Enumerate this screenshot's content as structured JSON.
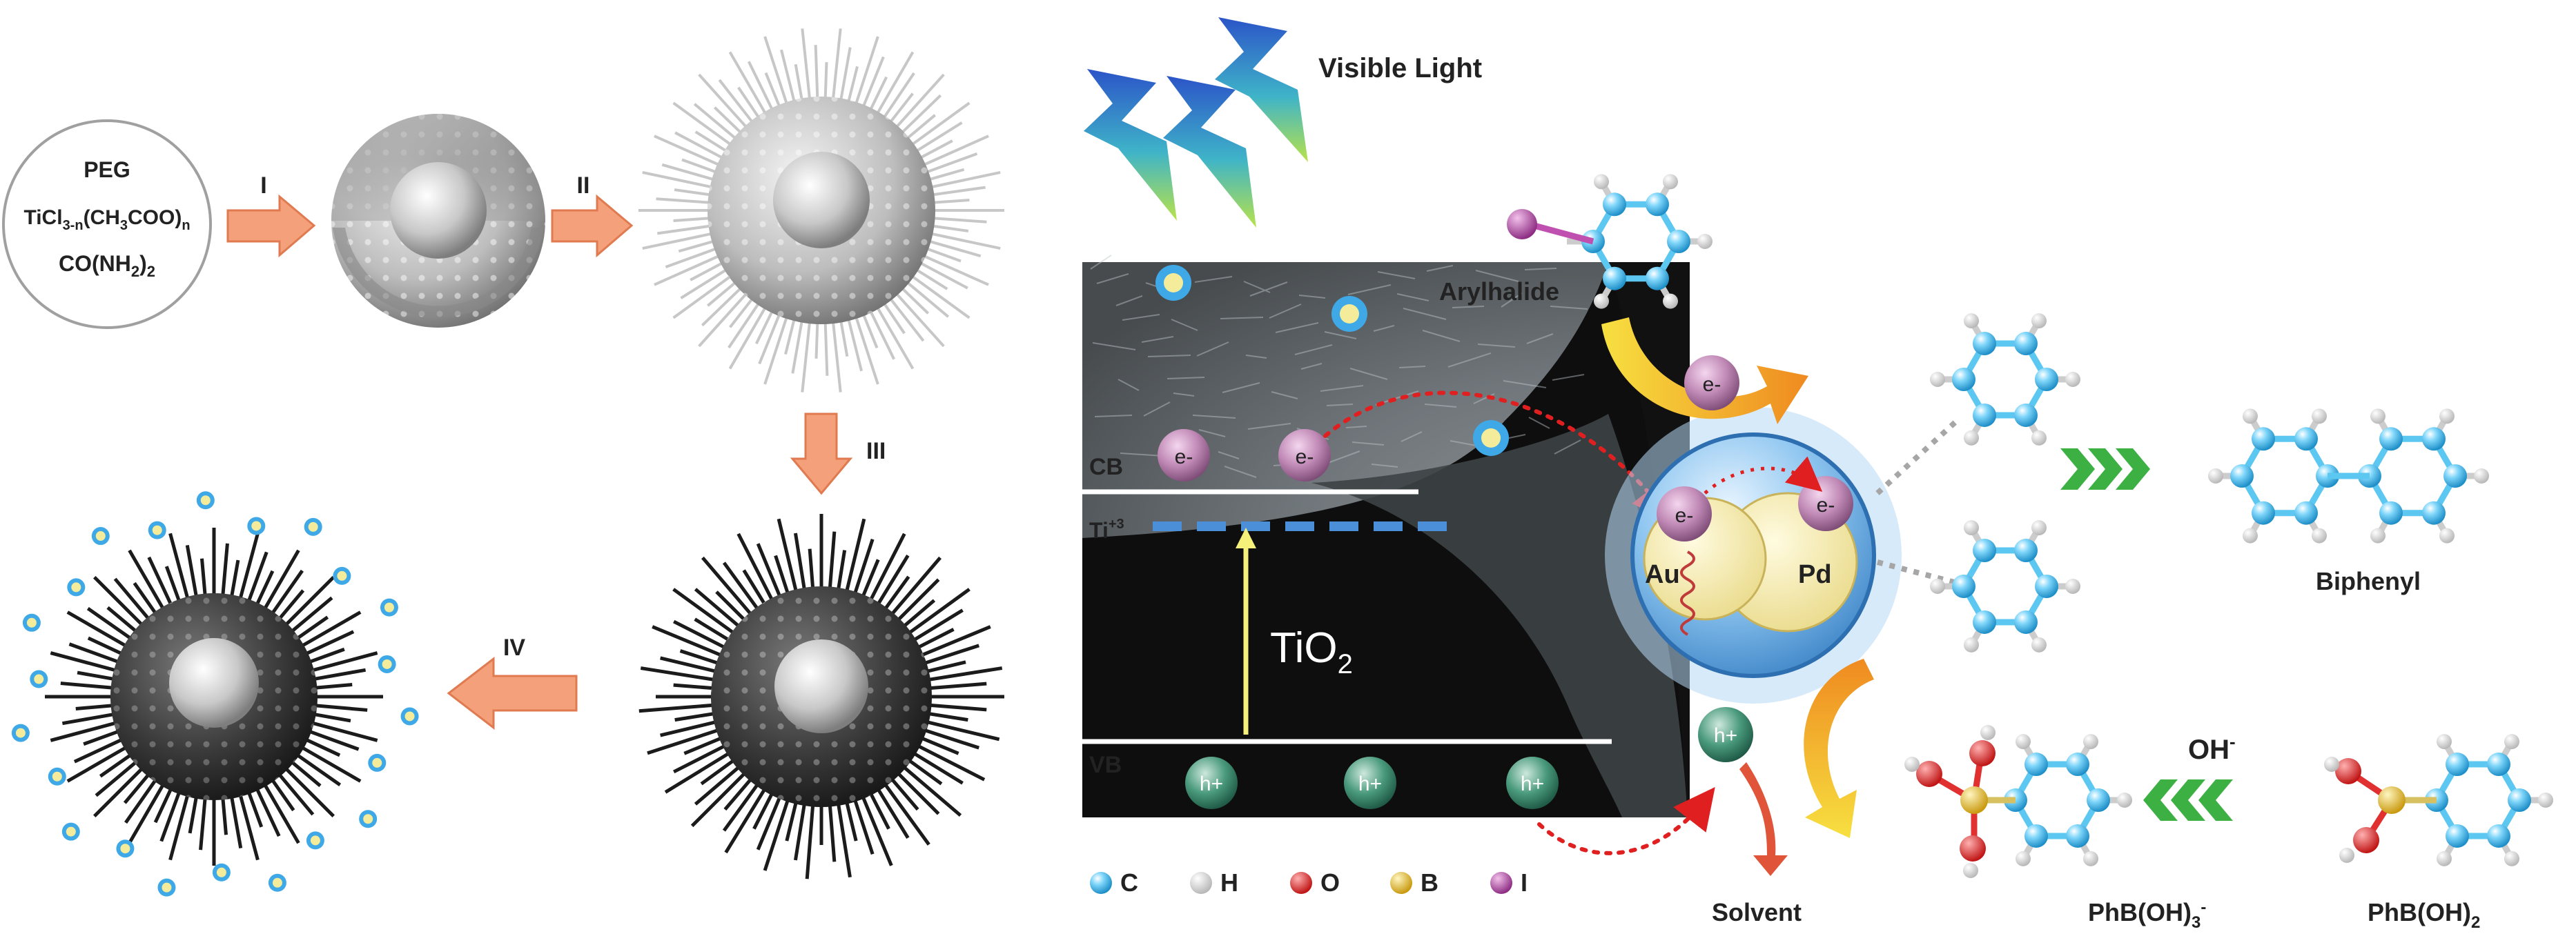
{
  "synthesis": {
    "precursor_lines": [
      "PEG",
      "TiCl3-n(CH3COO)n",
      "CO(NH2)2"
    ],
    "steps": [
      "I",
      "II",
      "III",
      "IV"
    ]
  },
  "mechanism": {
    "light_label": "Visible Light",
    "band_labels": {
      "cb": "CB",
      "vb": "VB",
      "ti": "Ti",
      "ti_sup": "+3",
      "tio2": "TiO",
      "tio2_sub": "2"
    },
    "electron": "e-",
    "hole": "h+",
    "metals": [
      "Au",
      "Pd"
    ],
    "reactant_label": "Arylhalide",
    "product_label": "Biphenyl",
    "solvent_label": "Solvent",
    "boronate_label": "PhB(OH)3-",
    "boronic_acid_label": "PhB(OH)2",
    "hydroxide_label": "OH-"
  },
  "legend": [
    {
      "symbol": "C",
      "color": "#5cc8f2"
    },
    {
      "symbol": "H",
      "color": "#e6e6e6"
    },
    {
      "symbol": "O",
      "color": "#e03030"
    },
    {
      "symbol": "B",
      "color": "#e8c830"
    },
    {
      "symbol": "I",
      "color": "#c050b0"
    }
  ],
  "colors": {
    "arrow_orange": "#f4a07a",
    "electron": "#a06090",
    "hole": "#2f7d62",
    "chevron": "#3cb043",
    "shell": "#6ab2e8"
  }
}
